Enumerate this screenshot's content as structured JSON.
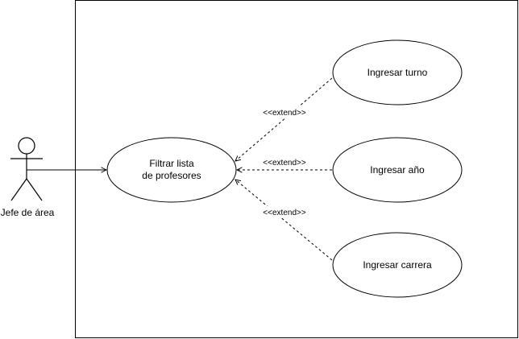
{
  "diagram": {
    "type": "uml-use-case",
    "actor": {
      "label": "Jefe de área"
    },
    "use_cases": {
      "main": {
        "line1": "Filtrar lista",
        "line2": "de profesores"
      },
      "turno": {
        "label": "Ingresar turno"
      },
      "anio": {
        "label": "Ingresar año"
      },
      "carrera": {
        "label": "Ingresar carrera"
      }
    },
    "relations": {
      "extend_turno": "<<extend>>",
      "extend_anio": "<<extend>>",
      "extend_carrera": "<<extend>>"
    },
    "colors": {
      "stroke": "#000000",
      "fill": "#ffffff",
      "text": "#000000"
    }
  }
}
